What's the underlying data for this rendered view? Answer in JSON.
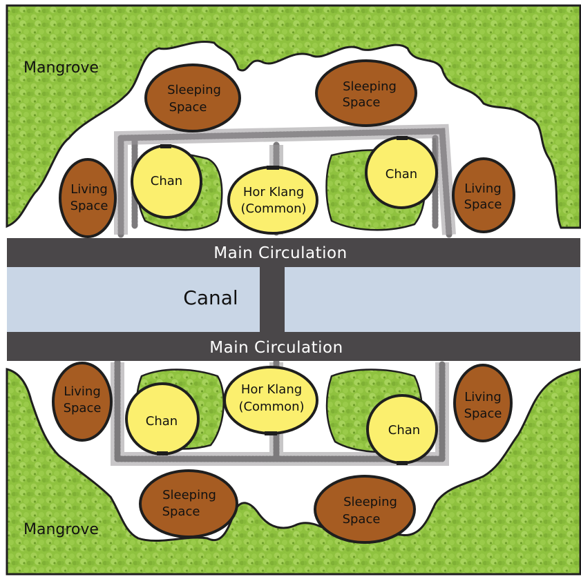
{
  "labels": {
    "mangrove_top": "Mangrove",
    "mangrove_bottom": "Mangrove",
    "circulation_top": "Main Circulation",
    "circulation_bottom": "Main Circulation",
    "canal": "Canal",
    "sleeping_line1": "Sleeping",
    "sleeping_line2": "Space",
    "living_line1": "Living",
    "living_line2": "Space",
    "chan": "Chan",
    "hor_klang_line1": "Hor Klang",
    "hor_klang_line2": "(Common)"
  },
  "colors": {
    "mangrove": "#8fc23f",
    "mangrove_dark": "#6e9e2a",
    "sleeping_living": "#a65c22",
    "chan": "#fbef6e",
    "road": "#4a4749",
    "canal": "#c9d6e6",
    "outline": "#1e1e1e"
  }
}
